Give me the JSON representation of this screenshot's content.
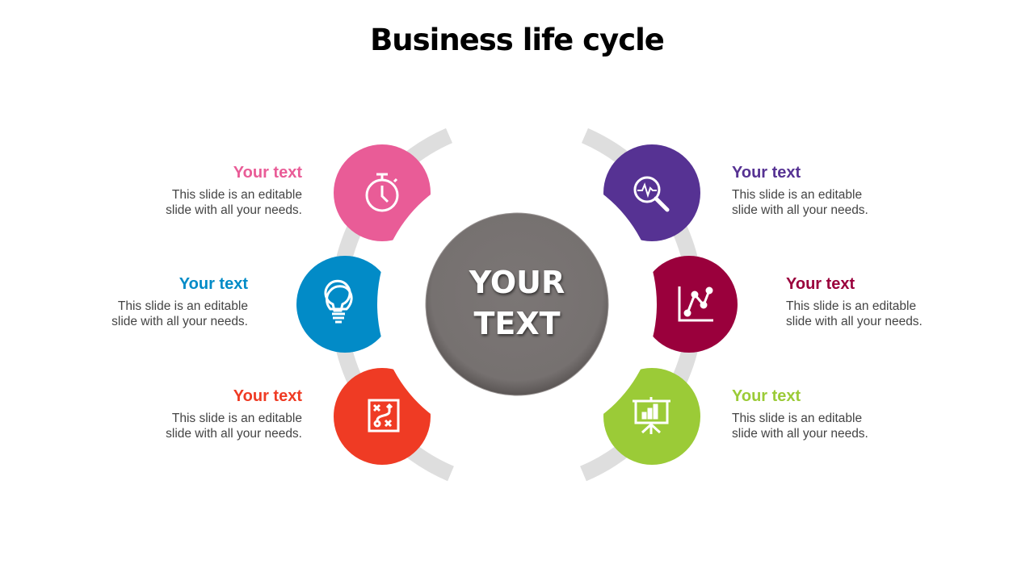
{
  "title": "Business life cycle",
  "center": {
    "line1": "YOUR",
    "line2": "TEXT"
  },
  "items": [
    {
      "heading": "Your text",
      "line1": "This slide is an editable",
      "line2": "slide with all your needs.",
      "color": "#E95C97",
      "icon": "stopwatch-icon"
    },
    {
      "heading": "Your text",
      "line1": "This slide is an editable",
      "line2": "slide with all your needs.",
      "color": "#028BC7",
      "icon": "lightbulb-icon"
    },
    {
      "heading": "Your text",
      "line1": "This slide is an editable",
      "line2": "slide with all your needs.",
      "color": "#EF3B24",
      "icon": "strategy-board-icon"
    },
    {
      "heading": "Your text",
      "line1": "This slide is an editable",
      "line2": "slide with all your needs.",
      "color": "#563293",
      "icon": "search-analytics-icon"
    },
    {
      "heading": "Your text",
      "line1": "This slide is an editable",
      "line2": "slide with all your needs.",
      "color": "#9A003C",
      "icon": "line-chart-icon"
    },
    {
      "heading": "Your text",
      "line1": "This slide is an editable",
      "line2": "slide with all your needs.",
      "color": "#9BCB37",
      "icon": "presentation-icon"
    }
  ]
}
